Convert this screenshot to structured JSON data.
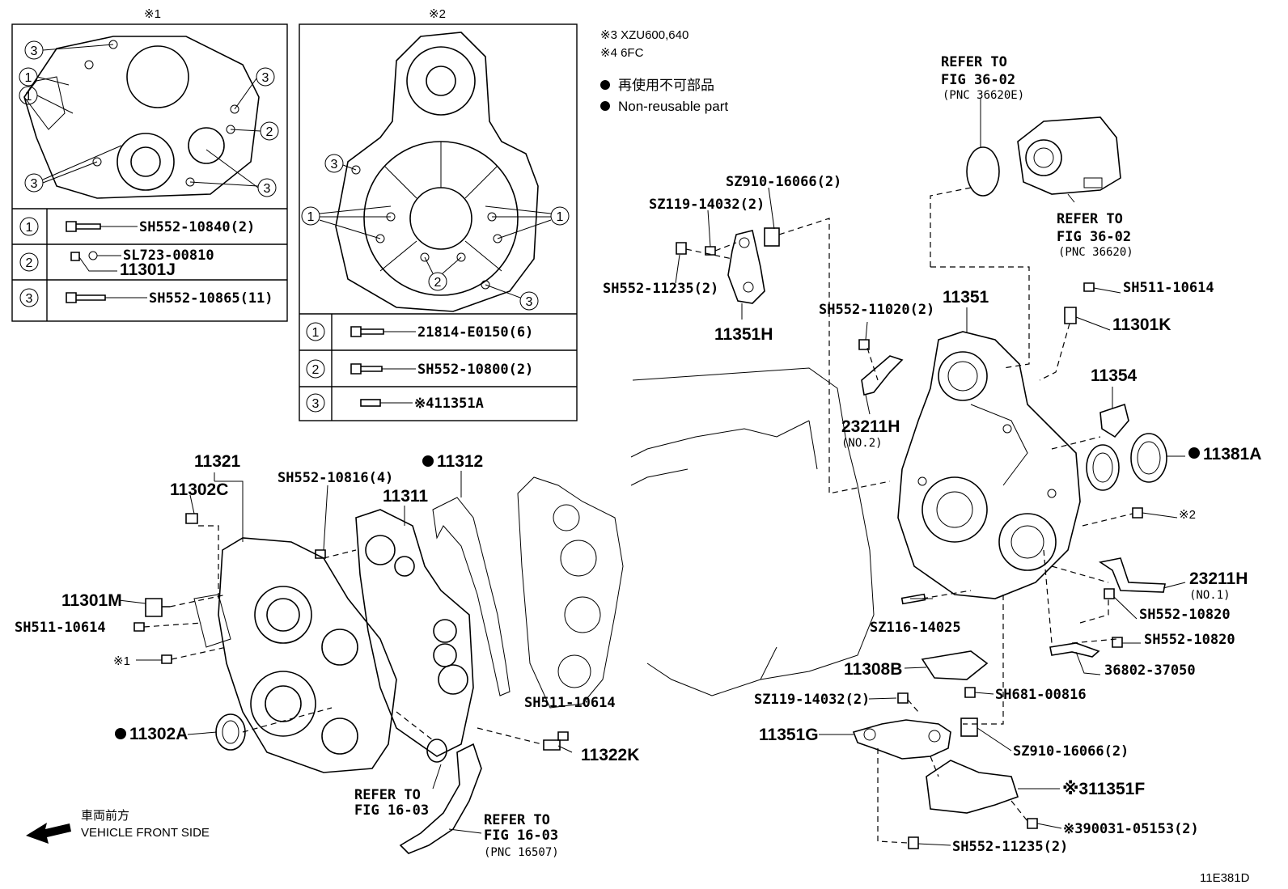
{
  "notes": {
    "model_note": "※3 XZU600,640",
    "engine_note": "※4 6FC",
    "legend_jp": "再使用不可部品",
    "legend_en": "Non-reusable part",
    "front_jp": "車両前方",
    "front_en": "VEHICLE FRONT SIDE",
    "diagram_id": "11E381D"
  },
  "inset1": {
    "title": "※1",
    "rows": [
      {
        "num": "1",
        "part": "SH552-10840(2)"
      },
      {
        "num": "2",
        "part": "SL723-00810",
        "part2": "11301J"
      },
      {
        "num": "3",
        "part": "SH552-10865(11)"
      }
    ]
  },
  "inset2": {
    "title": "※2",
    "rows": [
      {
        "num": "1",
        "part": "21814-E0150(6)"
      },
      {
        "num": "2",
        "part": "SH552-10800(2)"
      },
      {
        "num": "3",
        "part": "※411351A"
      }
    ]
  },
  "labels": {
    "p11321": "11321",
    "p11302C": "11302C",
    "sh552_10816": "SH552-10816(4)",
    "p11312": "11312",
    "p11311": "11311",
    "p11301M": "11301M",
    "sh511_10614_a": "SH511-10614",
    "x1": "※1",
    "p11302A": "11302A",
    "sh511_10614_b": "SH511-10614",
    "p11322K": "11322K",
    "refer_16_03_a_1": "REFER TO",
    "refer_16_03_a_2": "FIG 16-03",
    "refer_16_03_b_1": "REFER TO",
    "refer_16_03_b_2": "FIG 16-03",
    "refer_16_03_b_3": "(PNC 16507)",
    "sz910_top": "SZ910-16066(2)",
    "sz119_top": "SZ119-14032(2)",
    "sh552_11235_top": "SH552-11235(2)",
    "p11351H": "11351H",
    "sh552_11020": "SH552-11020(2)",
    "p23211H_2": "23211H",
    "no2": "(NO.2)",
    "p11351": "11351",
    "refer_36_02a_1": "REFER TO",
    "refer_36_02a_2": "FIG 36-02",
    "refer_36_02a_3": "(PNC 36620E)",
    "refer_36_02b_1": "REFER TO",
    "refer_36_02b_2": "FIG 36-02",
    "refer_36_02b_3": "(PNC 36620)",
    "sh511_10614_c": "SH511-10614",
    "p11301K": "11301K",
    "p11354": "11354",
    "p11381A": "11381A",
    "x2": "※2",
    "p23211H_1": "23211H",
    "no1": "(NO.1)",
    "sh552_10820_a": "SH552-10820",
    "sh552_10820_b": "SH552-10820",
    "p36802": "36802-37050",
    "sz116": "SZ116-14025",
    "p11308B": "11308B",
    "sh681": "SH681-00816",
    "sz119_bot": "SZ119-14032(2)",
    "p11351G": "11351G",
    "sz910_bot": "SZ910-16066(2)",
    "p11351F": "※311351F",
    "p90031": "※390031-05153(2)",
    "sh552_11235_bot": "SH552-11235(2)"
  }
}
